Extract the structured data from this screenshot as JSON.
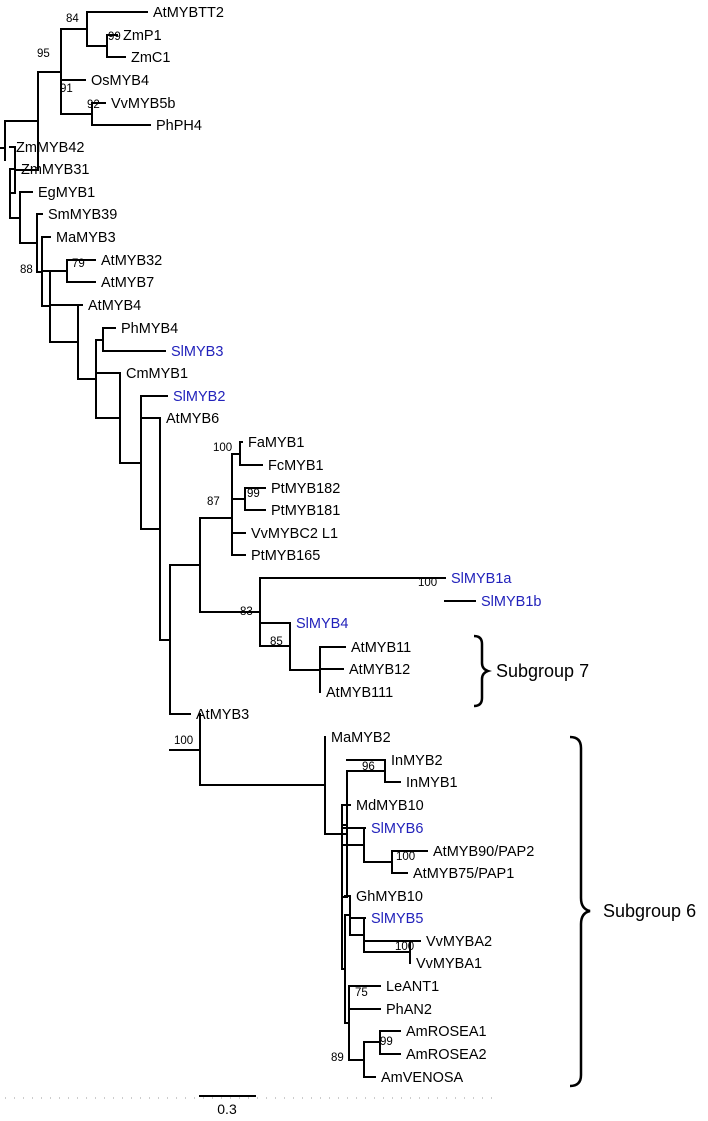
{
  "leaves": {
    "AtMYBTT2": {
      "label": "AtMYBTT2",
      "highlight": false
    },
    "ZmP1": {
      "label": "ZmP1",
      "highlight": false
    },
    "ZmC1": {
      "label": "ZmC1",
      "highlight": false
    },
    "OsMYB4": {
      "label": "OsMYB4",
      "highlight": false
    },
    "VvMYB5b": {
      "label": "VvMYB5b",
      "highlight": false
    },
    "PhPH4": {
      "label": "PhPH4",
      "highlight": false
    },
    "ZmMYB42": {
      "label": "ZmMYB42",
      "highlight": false
    },
    "ZmMYB31": {
      "label": "ZmMYB31",
      "highlight": false
    },
    "EgMYB1": {
      "label": "EgMYB1",
      "highlight": false
    },
    "SmMYB39": {
      "label": "SmMYB39",
      "highlight": false
    },
    "MaMYB3": {
      "label": "MaMYB3",
      "highlight": false
    },
    "AtMYB32": {
      "label": "AtMYB32",
      "highlight": false
    },
    "AtMYB7": {
      "label": "AtMYB7",
      "highlight": false
    },
    "AtMYB4": {
      "label": "AtMYB4",
      "highlight": false
    },
    "PhMYB4": {
      "label": "PhMYB4",
      "highlight": false
    },
    "SlMYB3": {
      "label": "SlMYB3",
      "highlight": true
    },
    "CmMYB1": {
      "label": "CmMYB1",
      "highlight": false
    },
    "SlMYB2": {
      "label": "SlMYB2",
      "highlight": true
    },
    "AtMYB6": {
      "label": "AtMYB6",
      "highlight": false
    },
    "FaMYB1": {
      "label": "FaMYB1",
      "highlight": false
    },
    "FcMYB1": {
      "label": "FcMYB1",
      "highlight": false
    },
    "PtMYB182": {
      "label": "PtMYB182",
      "highlight": false
    },
    "PtMYB181": {
      "label": "PtMYB181",
      "highlight": false
    },
    "VvMYBC2L1": {
      "label": "VvMYBC2 L1",
      "highlight": false
    },
    "PtMYB165": {
      "label": "PtMYB165",
      "highlight": false
    },
    "SlMYB1a": {
      "label": "SlMYB1a",
      "highlight": true
    },
    "SlMYB1b": {
      "label": "SlMYB1b",
      "highlight": true
    },
    "SlMYB4": {
      "label": "SlMYB4",
      "highlight": true
    },
    "AtMYB11": {
      "label": "AtMYB11",
      "highlight": false
    },
    "AtMYB12": {
      "label": "AtMYB12",
      "highlight": false
    },
    "AtMYB111": {
      "label": "AtMYB111",
      "highlight": false
    },
    "AtMYB3": {
      "label": "AtMYB3",
      "highlight": false
    },
    "MaMYB2": {
      "label": "MaMYB2",
      "highlight": false
    },
    "InMYB2": {
      "label": "InMYB2",
      "highlight": false
    },
    "InMYB1": {
      "label": "InMYB1",
      "highlight": false
    },
    "MdMYB10": {
      "label": "MdMYB10",
      "highlight": false
    },
    "SlMYB6": {
      "label": "SlMYB6",
      "highlight": true
    },
    "AtMYB90": {
      "label": "AtMYB90/PAP2",
      "highlight": false
    },
    "AtMYB75": {
      "label": "AtMYB75/PAP1",
      "highlight": false
    },
    "GhMYB10": {
      "label": "GhMYB10",
      "highlight": false
    },
    "SlMYB5": {
      "label": "SlMYB5",
      "highlight": true
    },
    "VvMYBA2": {
      "label": "VvMYBA2",
      "highlight": false
    },
    "VvMYBA1": {
      "label": "VvMYBA1",
      "highlight": false
    },
    "LeANT1": {
      "label": "LeANT1",
      "highlight": false
    },
    "PhAN2": {
      "label": "PhAN2",
      "highlight": false
    },
    "AmROSEA1": {
      "label": "AmROSEA1",
      "highlight": false
    },
    "AmROSEA2": {
      "label": "AmROSEA2",
      "highlight": false
    },
    "AmVENOSA": {
      "label": "AmVENOSA",
      "highlight": false
    }
  },
  "bootstrap": {
    "b84": "84",
    "b99a": "99",
    "b95": "95",
    "b91": "91",
    "b92": "92",
    "b88": "88",
    "b79": "79",
    "b100a": "100",
    "b99b": "99",
    "b87": "87",
    "b100b": "100",
    "b83": "83",
    "b85": "85",
    "b100c": "100",
    "b96": "96",
    "b100d": "100",
    "b100e": "100",
    "b75": "75",
    "b89": "89",
    "b99c": "99"
  },
  "groups": {
    "subgroup7": "Subgroup 7",
    "subgroup6": "Subgroup 6"
  },
  "scale": {
    "label": "0.3",
    "value": 0.3
  },
  "colors": {
    "branch": "#000000",
    "highlight": "#2222bb"
  }
}
